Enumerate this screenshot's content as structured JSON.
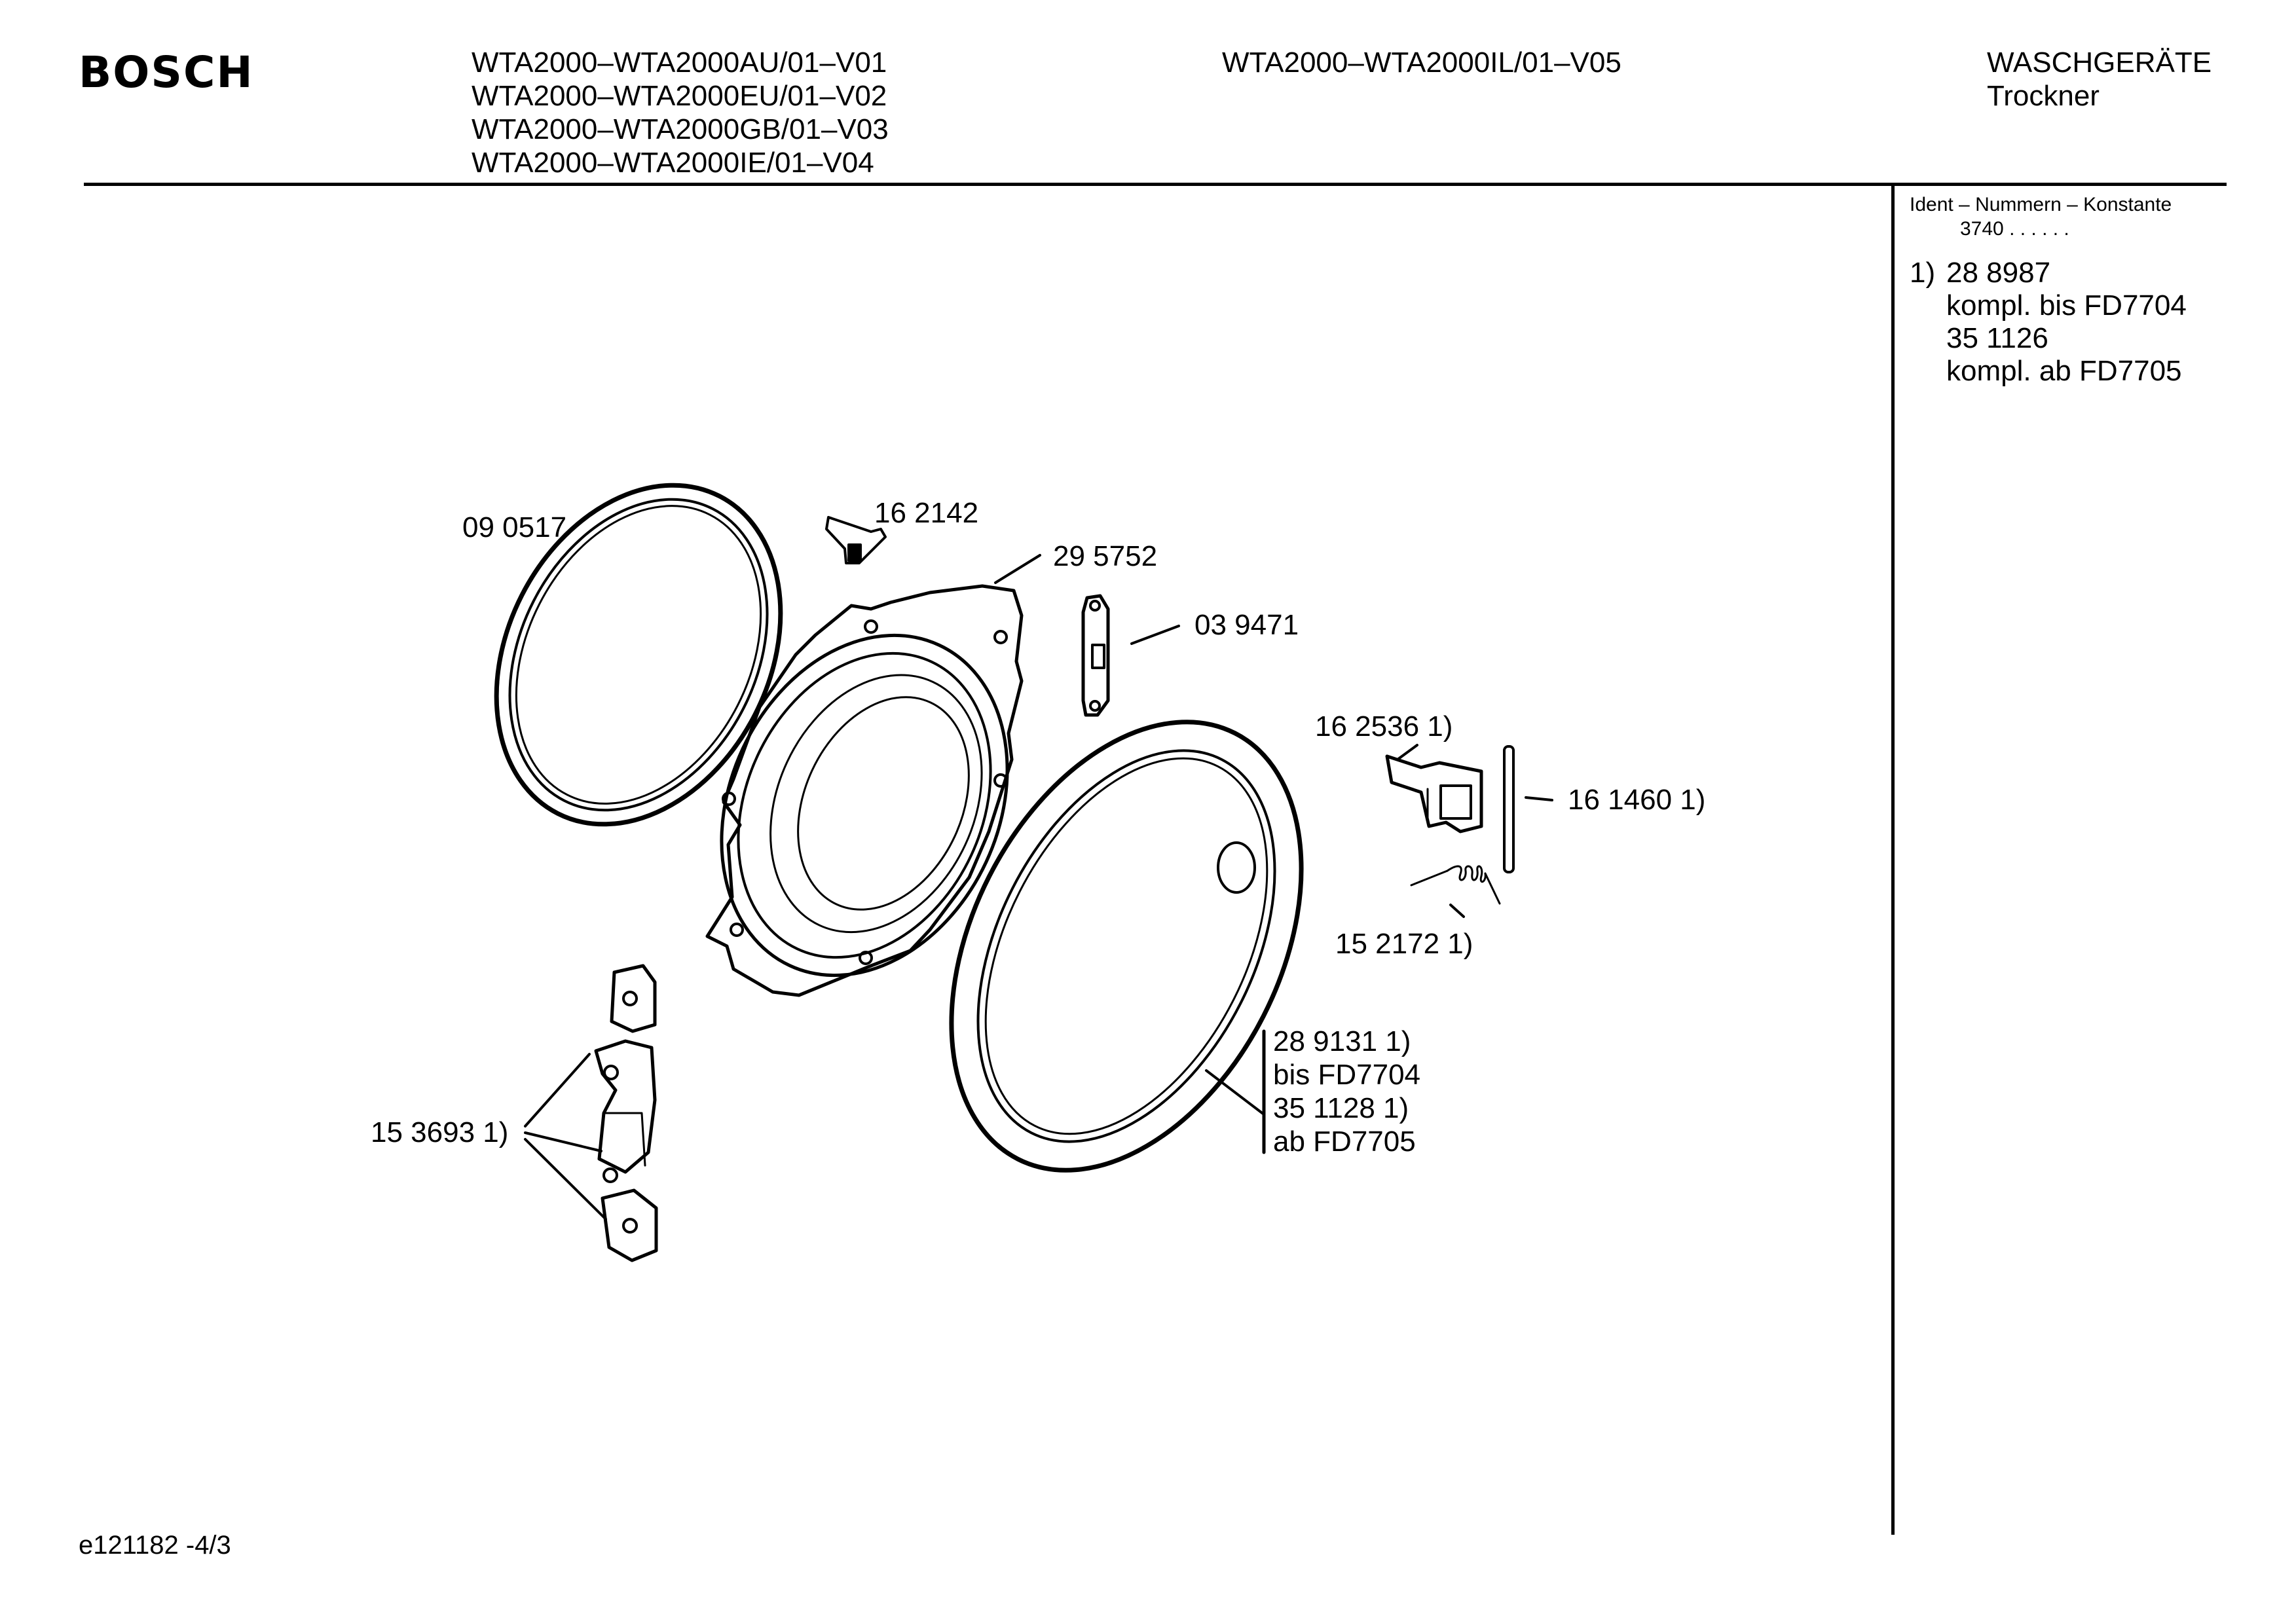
{
  "header": {
    "brand": "BOSCH",
    "models_left": [
      "WTA2000–WTA2000AU/01–V01",
      "WTA2000–WTA2000EU/01–V02",
      "WTA2000–WTA2000GB/01–V03",
      "WTA2000–WTA2000IE/01–V04"
    ],
    "models_mid": [
      "WTA2000–WTA2000IL/01–V05"
    ],
    "category": "WASCHGERÄTE",
    "subcategory": "Trockner"
  },
  "sidebar": {
    "ident_title": "Ident – Nummern – Konstante",
    "ident_code": "3740  .  .    .  .  .  .",
    "footnote_marker": "1)",
    "footnote_lines": [
      "28 8987",
      "kompl. bis FD7704",
      "35 1126",
      "kompl. ab FD7705"
    ]
  },
  "parts": {
    "p090517": "09 0517",
    "p162142": "16 2142",
    "p295752": "29 5752",
    "p039471": "03 9471",
    "p162536": "16 2536 1)",
    "p161460": "16 1460 1)",
    "p152172": "15 2172 1)",
    "p153693": "15 3693 1)",
    "p289131": [
      "28 9131 1)",
      "bis FD7704",
      "35 1128 1)",
      "ab FD7705"
    ]
  },
  "footer": {
    "doc_id": "e121182 -4/3"
  }
}
